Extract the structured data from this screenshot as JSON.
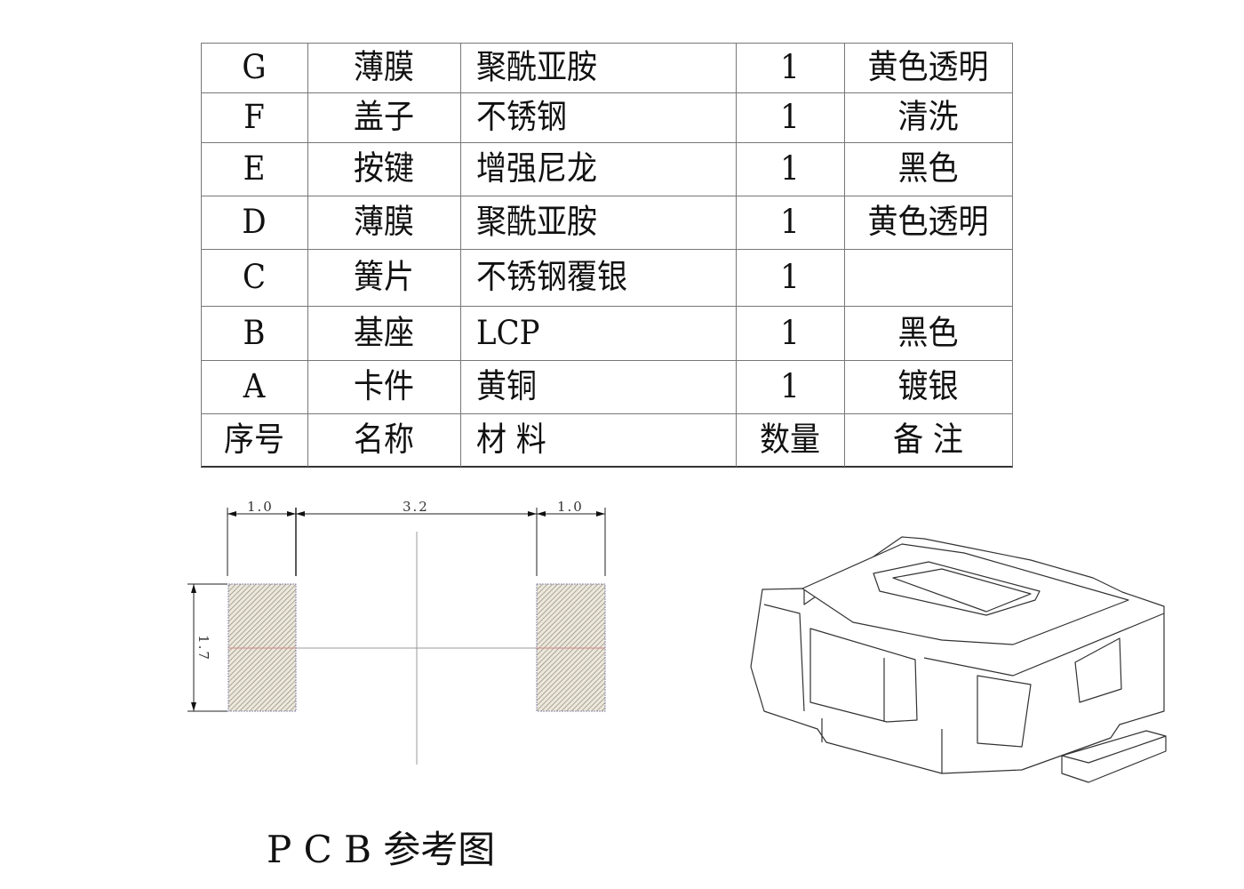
{
  "parts_table": {
    "columns": [
      "序号",
      "名称",
      "材  料",
      "数量",
      "备  注"
    ],
    "rows": [
      {
        "no": "G",
        "name": "薄膜",
        "material": "聚酰亚胺",
        "qty": "1",
        "remark": "黄色透明"
      },
      {
        "no": "F",
        "name": "盖子",
        "material": "不锈钢",
        "qty": "1",
        "remark": "清洗"
      },
      {
        "no": "E",
        "name": "按键",
        "material": "增强尼龙",
        "qty": "1",
        "remark": "黑色"
      },
      {
        "no": "D",
        "name": "薄膜",
        "material": "聚酰亚胺",
        "qty": "1",
        "remark": "黄色透明"
      },
      {
        "no": "C",
        "name": "簧片",
        "material": "不锈钢覆银",
        "qty": "1",
        "remark": ""
      },
      {
        "no": "B",
        "name": "基座",
        "material": "LCP",
        "qty": "1",
        "remark": "黑色"
      },
      {
        "no": "A",
        "name": "卡件",
        "material": "黄铜",
        "qty": "1",
        "remark": "镀银"
      }
    ]
  },
  "pcb_drawing": {
    "dim_pad_width_left": "1.0",
    "dim_pad_gap": "3.2",
    "dim_pad_width_right": "1.0",
    "dim_pad_height": "1.7",
    "pad_fill_color": "#c9c2b0",
    "caption": "P C B 参考图"
  }
}
